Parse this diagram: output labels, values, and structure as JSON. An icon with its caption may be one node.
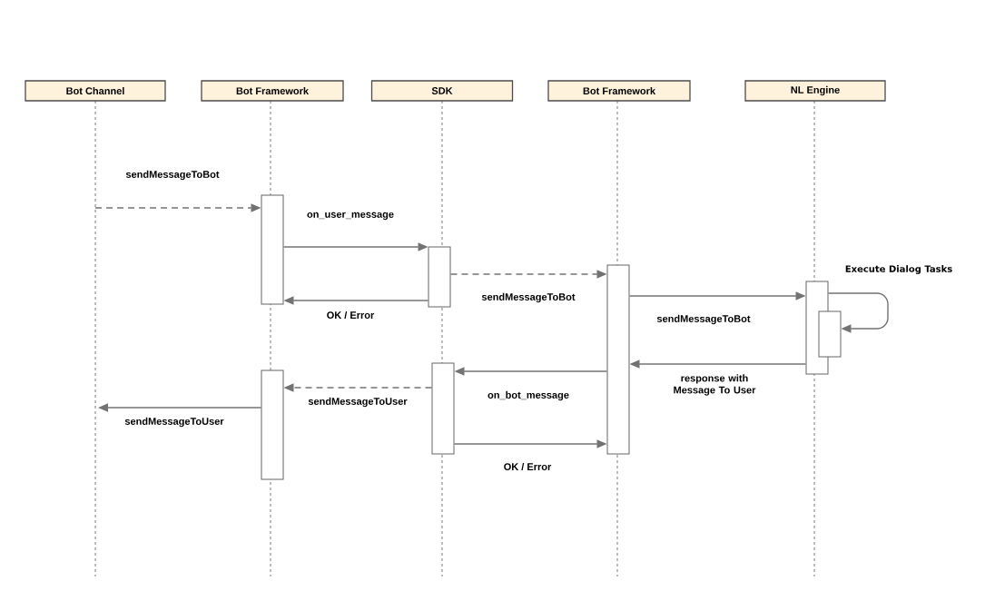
{
  "diagram": {
    "nodes": [
      {
        "text": [
          "Bot Channel"
        ]
      },
      {
        "text": [
          "Bot Framework"
        ]
      },
      {
        "text": [
          "SDK"
        ]
      },
      {
        "text": [
          "Bot Framework"
        ]
      },
      {
        "text": [
          "NL Engine"
        ]
      },
      {
        "text": [],
        "shape": "bar"
      },
      {
        "text": [],
        "shape": "bar"
      },
      {
        "text": [],
        "shape": "bar"
      },
      {
        "text": [],
        "shape": "bar"
      },
      {
        "text": [],
        "shape": "bar"
      },
      {
        "text": [],
        "shape": "bar"
      },
      {
        "text": [],
        "shape": "bar"
      }
    ],
    "edges": [
      {
        "from": null,
        "to": 5,
        "arrow": "to",
        "label": "sendMessageToBot",
        "style": "dashed"
      },
      {
        "from": 5,
        "to": 6,
        "arrow": "to",
        "label": "on_user_message"
      },
      {
        "from": 6,
        "to": 5,
        "arrow": "to",
        "label": "OK / Error"
      },
      {
        "from": 6,
        "to": 7,
        "arrow": "to",
        "label": "sendMessageToBot",
        "style": "dashed"
      },
      {
        "from": 7,
        "to": 8,
        "arrow": "to",
        "label": "sendMessageToBot"
      },
      {
        "from": 8,
        "to": 9,
        "arrow": "to",
        "label": "Execute Dialog Tasks"
      },
      {
        "from": 8,
        "to": 7,
        "arrow": "to",
        "label": "response with Message To User"
      },
      {
        "from": 7,
        "to": 11,
        "arrow": "to",
        "label": "on_bot_message"
      },
      {
        "from": 11,
        "to": 10,
        "arrow": "to",
        "label": "sendMessageToUser",
        "style": "dashed"
      },
      {
        "from": 10,
        "to": null,
        "arrow": "to",
        "label": "sendMessageToUser"
      },
      {
        "from": 11,
        "to": 7,
        "arrow": "to",
        "label": "OK / Error"
      }
    ]
  }
}
